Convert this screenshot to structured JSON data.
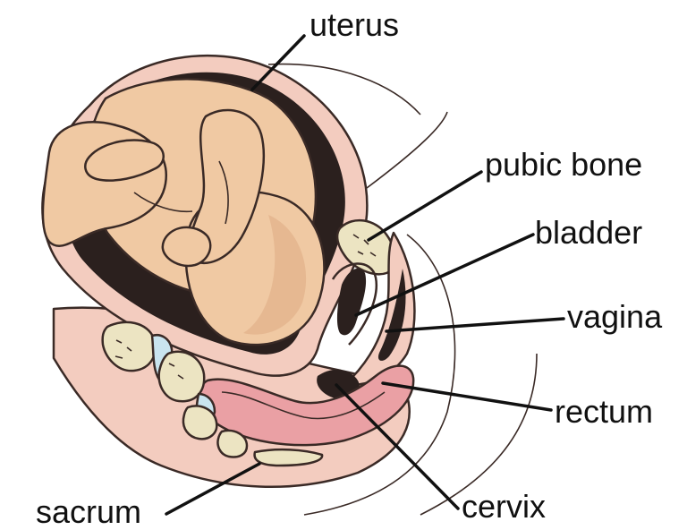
{
  "labels": {
    "uterus": "uterus",
    "pubic_bone": "pubic bone",
    "bladder": "bladder",
    "vagina": "vagina",
    "rectum": "rectum",
    "cervix": "cervix",
    "sacrum": "sacrum"
  },
  "colors": {
    "tissue": "#f3ccbf",
    "cavity": "#2b201e",
    "fetus_skin": "#f0c9a3",
    "fetus_shade": "#d9a47c",
    "bone": "#ece4c2",
    "disc": "#c9e4ef",
    "rectum_fill": "#eaa0a4",
    "outline": "#3a2a26"
  }
}
